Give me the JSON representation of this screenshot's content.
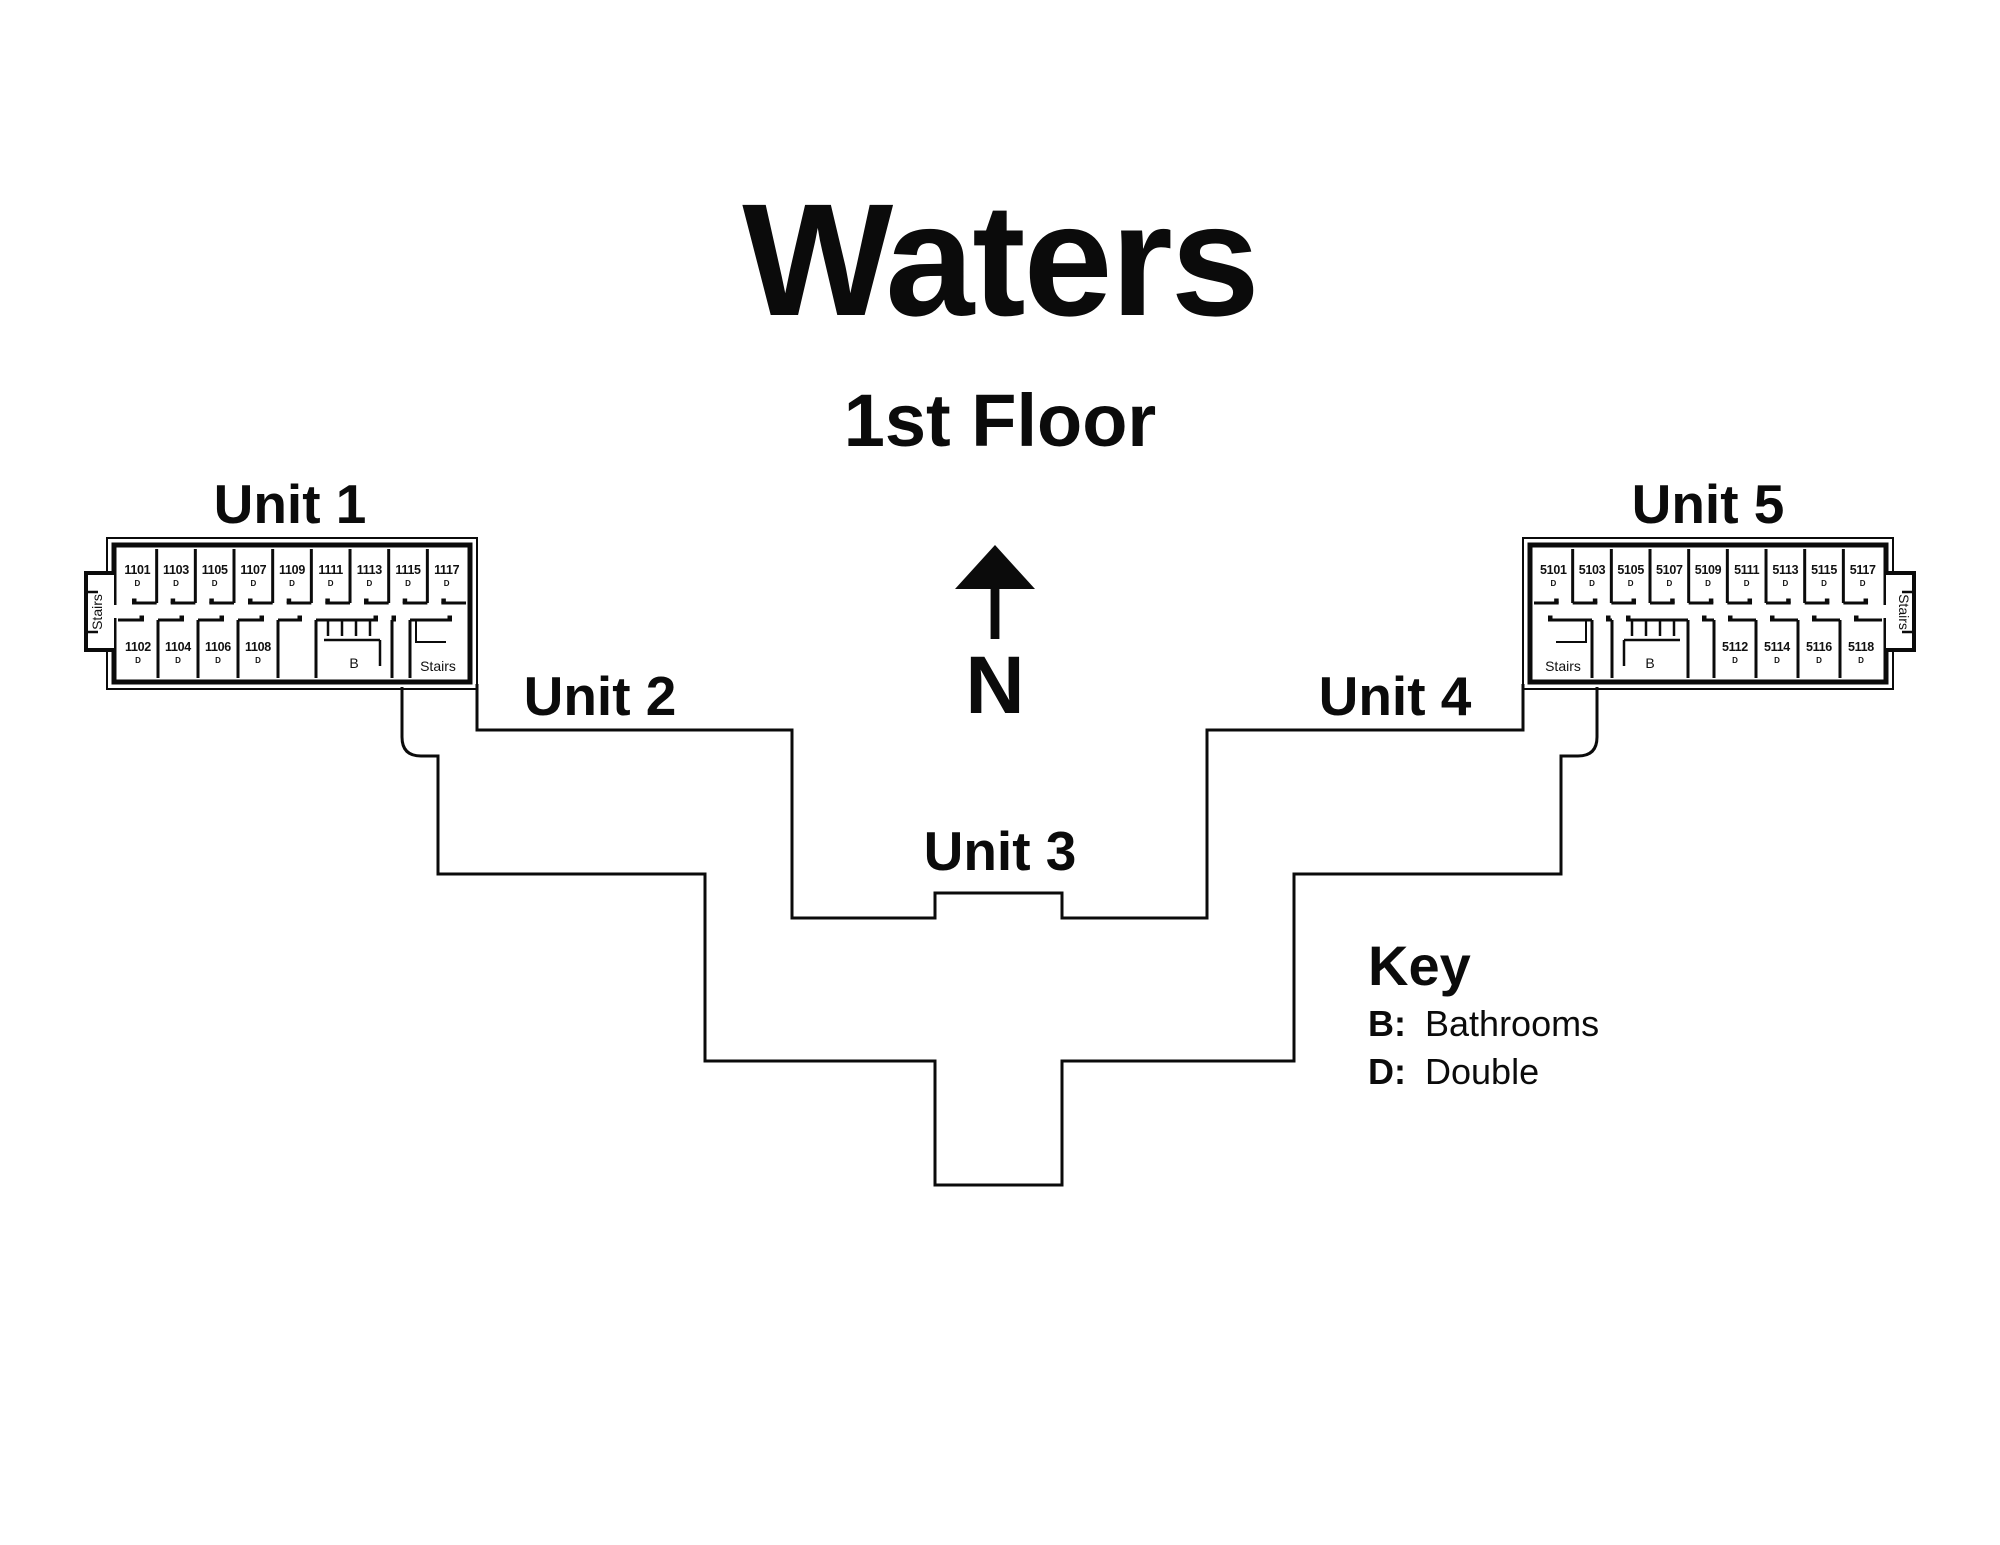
{
  "title": "Waters",
  "subtitle": "1st Floor",
  "compass": {
    "label": "N"
  },
  "key": {
    "title": "Key",
    "entries": [
      {
        "abbr": "B:",
        "meaning": "Bathrooms"
      },
      {
        "abbr": "D:",
        "meaning": "Double"
      }
    ]
  },
  "units": {
    "unit1": {
      "label": "Unit 1",
      "annex_stairs_label": "Stairs",
      "stairs_room_label": "Stairs",
      "bathroom_label": "B",
      "top_rooms": [
        {
          "number": "1101",
          "type": "D"
        },
        {
          "number": "1103",
          "type": "D"
        },
        {
          "number": "1105",
          "type": "D"
        },
        {
          "number": "1107",
          "type": "D"
        },
        {
          "number": "1109",
          "type": "D"
        },
        {
          "number": "1111",
          "type": "D"
        },
        {
          "number": "1113",
          "type": "D"
        },
        {
          "number": "1115",
          "type": "D"
        },
        {
          "number": "1117",
          "type": "D"
        }
      ],
      "bottom_rooms": [
        {
          "number": "1102",
          "type": "D"
        },
        {
          "number": "1104",
          "type": "D"
        },
        {
          "number": "1106",
          "type": "D"
        },
        {
          "number": "1108",
          "type": "D"
        }
      ]
    },
    "unit2": {
      "label": "Unit 2"
    },
    "unit3": {
      "label": "Unit 3"
    },
    "unit4": {
      "label": "Unit 4"
    },
    "unit5": {
      "label": "Unit 5",
      "annex_stairs_label": "Stairs",
      "stairs_room_label": "Stairs",
      "bathroom_label": "B",
      "top_rooms": [
        {
          "number": "5101",
          "type": "D"
        },
        {
          "number": "5103",
          "type": "D"
        },
        {
          "number": "5105",
          "type": "D"
        },
        {
          "number": "5107",
          "type": "D"
        },
        {
          "number": "5109",
          "type": "D"
        },
        {
          "number": "5111",
          "type": "D"
        },
        {
          "number": "5113",
          "type": "D"
        },
        {
          "number": "5115",
          "type": "D"
        },
        {
          "number": "5117",
          "type": "D"
        }
      ],
      "bottom_rooms": [
        {
          "number": "5112",
          "type": "D"
        },
        {
          "number": "5114",
          "type": "D"
        },
        {
          "number": "5116",
          "type": "D"
        },
        {
          "number": "5118",
          "type": "D"
        }
      ]
    }
  }
}
